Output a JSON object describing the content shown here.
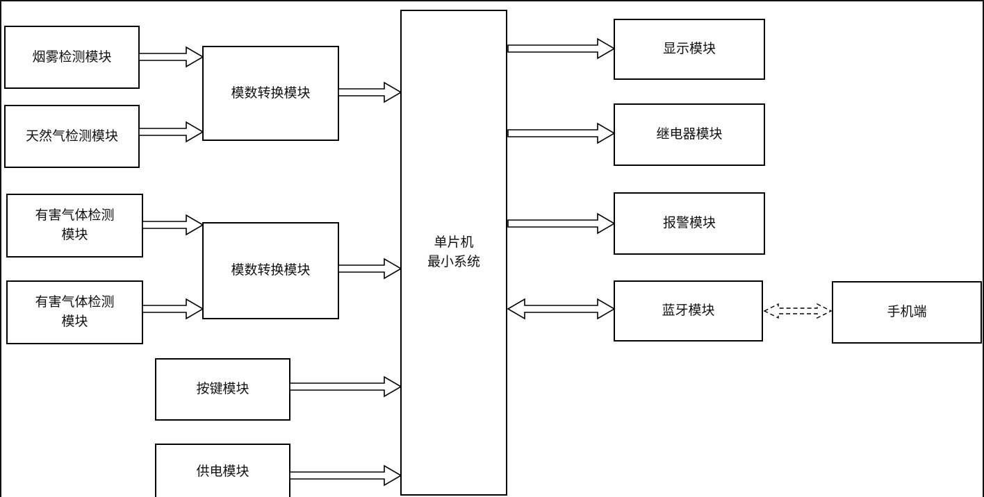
{
  "diagram": {
    "nodes": {
      "smoke": {
        "label": "烟雾检测模块"
      },
      "natural_gas": {
        "label": "天然气检测模块"
      },
      "harmful_gas_1": {
        "label": "有害气体检测\n模块"
      },
      "harmful_gas_2": {
        "label": "有害气体检测\n模块"
      },
      "adc_1": {
        "label": "模数转换模块"
      },
      "adc_2": {
        "label": "模数转换模块"
      },
      "keys": {
        "label": "按键模块"
      },
      "power": {
        "label": "供电模块"
      },
      "mcu": {
        "label": "单片机\n最小系统"
      },
      "display": {
        "label": "显示模块"
      },
      "relay": {
        "label": "继电器模块"
      },
      "alarm": {
        "label": "报警模块"
      },
      "bluetooth": {
        "label": "蓝牙模块"
      },
      "phone": {
        "label": "手机端"
      }
    },
    "edges": [
      {
        "from": "smoke",
        "to": "adc_1",
        "type": "arrow"
      },
      {
        "from": "natural_gas",
        "to": "adc_1",
        "type": "arrow"
      },
      {
        "from": "adc_1",
        "to": "mcu",
        "type": "arrow"
      },
      {
        "from": "harmful_gas_1",
        "to": "adc_2",
        "type": "arrow"
      },
      {
        "from": "harmful_gas_2",
        "to": "adc_2",
        "type": "arrow"
      },
      {
        "from": "adc_2",
        "to": "mcu",
        "type": "arrow"
      },
      {
        "from": "keys",
        "to": "mcu",
        "type": "arrow"
      },
      {
        "from": "power",
        "to": "mcu",
        "type": "arrow"
      },
      {
        "from": "mcu",
        "to": "display",
        "type": "arrow"
      },
      {
        "from": "mcu",
        "to": "relay",
        "type": "arrow"
      },
      {
        "from": "mcu",
        "to": "alarm",
        "type": "arrow"
      },
      {
        "from": "mcu",
        "to": "bluetooth",
        "type": "double-arrow"
      },
      {
        "from": "bluetooth",
        "to": "phone",
        "type": "dashed-double-arrow"
      }
    ],
    "colors": {
      "stroke": "#000000",
      "background": "#ffffff"
    }
  }
}
